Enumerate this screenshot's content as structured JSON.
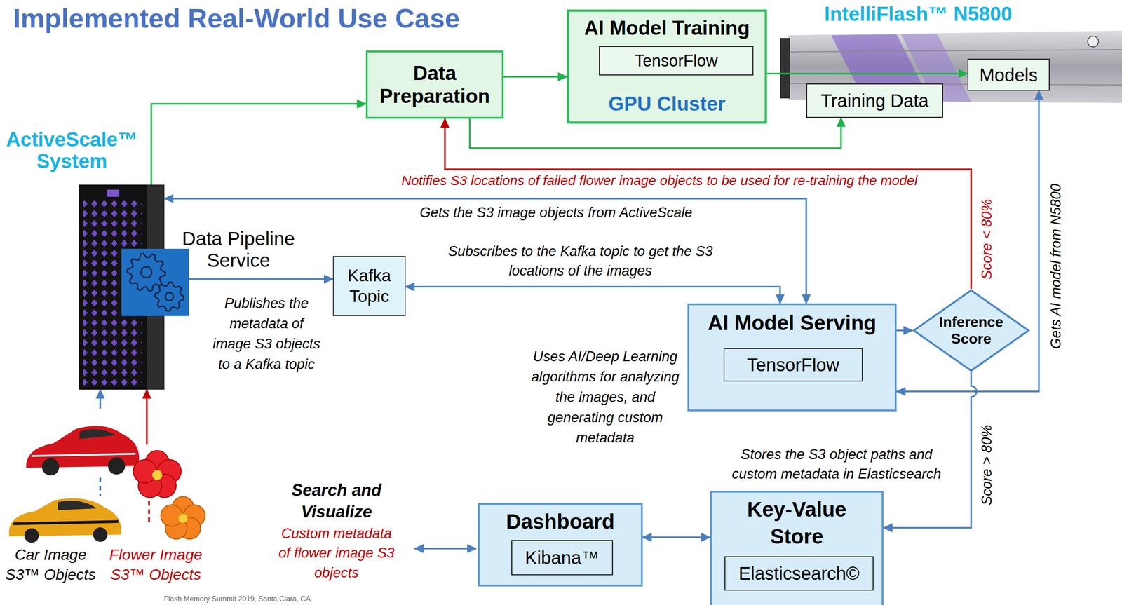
{
  "diagram": {
    "title": "Implemented Real-World Use Case",
    "nodes": [
      {
        "text": [
          "Data Preparation"
        ]
      },
      {
        "text": [
          "AI Model Training",
          "GPU Cluster"
        ]
      },
      {
        "text": [
          "TensorFlow"
        ],
        "in": 1
      },
      {
        "text": [
          "IntelliFlash™ N5800"
        ]
      },
      {
        "text": [
          "Models"
        ],
        "in": 3
      },
      {
        "text": [
          "Training Data"
        ],
        "in": 3
      },
      {
        "text": [
          "ActiveScale™ System"
        ]
      },
      {
        "text": [
          "Data Pipeline Service"
        ]
      },
      {
        "text": [
          "Kafka Topic"
        ]
      },
      {
        "text": [
          "AI Model Serving"
        ]
      },
      {
        "text": [
          "TensorFlow"
        ],
        "in": 9
      },
      {
        "text": [
          "Inference Score"
        ]
      },
      {
        "text": [
          "Key-Value Store"
        ]
      },
      {
        "text": [
          "Elasticsearch©"
        ],
        "in": 12
      },
      {
        "text": [
          "Dashboard"
        ]
      },
      {
        "text": [
          "Kibana™"
        ],
        "in": 14
      },
      {
        "text": [
          "Car Image S3™ Objects"
        ]
      },
      {
        "text": [
          "Flower Image S3™ Objects"
        ]
      }
    ],
    "edges": [
      {
        "from": 6,
        "to": 0,
        "arrow": "to"
      },
      {
        "from": 0,
        "to": 1,
        "arrow": "to"
      },
      {
        "from": 1,
        "to": 4,
        "arrow": "to"
      },
      {
        "from": 0,
        "to": 5,
        "arrow": "to"
      },
      {
        "from": 7,
        "to": 8,
        "label": "Publishes the metadata of image S3 objects to a Kafka topic",
        "arrow": "to"
      },
      {
        "from": 6,
        "to": 9,
        "label": "Gets the S3 image objects from ActiveScale",
        "arrow": "both"
      },
      {
        "from": 8,
        "to": 9,
        "label": "Subscribes to the Kafka topic to get the S3 locations of the images",
        "arrow": "both"
      },
      {
        "from": 9,
        "to": 11,
        "arrow": "to"
      },
      {
        "from": 11,
        "to": 0,
        "label": "Notifies S3 locations of failed flower image objects to be used for re-training the model",
        "arrow": "to"
      },
      {
        "from": 4,
        "to": 9,
        "label": "Gets AI model from N5800",
        "arrow": "both"
      },
      {
        "from": 11,
        "to": 12,
        "label": "Score > 80%",
        "arrow": "to"
      },
      {
        "from": 14,
        "to": 12,
        "arrow": "both"
      },
      {
        "from": 16,
        "to": 6,
        "arrow": "to"
      },
      {
        "from": 17,
        "to": 6,
        "arrow": "to"
      }
    ],
    "labels": [
      "Uses AI/Deep Learning algorithms for analyzing the images, and generating custom metadata",
      "Stores the S3 object paths and custom metadata in Elasticsearch",
      "Search and Visualize",
      "Custom metadata of flower image S3 objects",
      "Score < 80%",
      "Flash Memory Summit 2019, Santa Clara, CA"
    ]
  }
}
